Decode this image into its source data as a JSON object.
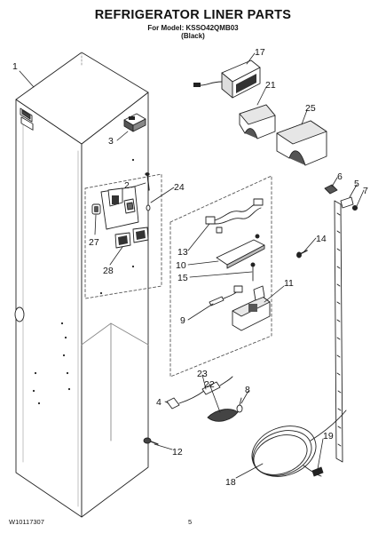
{
  "header": {
    "title": "REFRIGERATOR LINER PARTS",
    "model_line": "For Model: KSSO42QMB03",
    "color_line": "(Black)"
  },
  "footer": {
    "doc_number": "W10117307",
    "page_number": "5"
  },
  "callouts": {
    "c1": "1",
    "c2": "2",
    "c3": "3",
    "c4": "4",
    "c5": "5",
    "c6": "6",
    "c7": "7",
    "c8": "8",
    "c9": "9",
    "c10": "10",
    "c11": "11",
    "c12": "12",
    "c13": "13",
    "c14": "14",
    "c15": "15",
    "c17": "17",
    "c18": "18",
    "c19": "19",
    "c21": "21",
    "c22": "22",
    "c23": "23",
    "c24": "24",
    "c25": "25",
    "c27": "27",
    "c28": "28"
  }
}
